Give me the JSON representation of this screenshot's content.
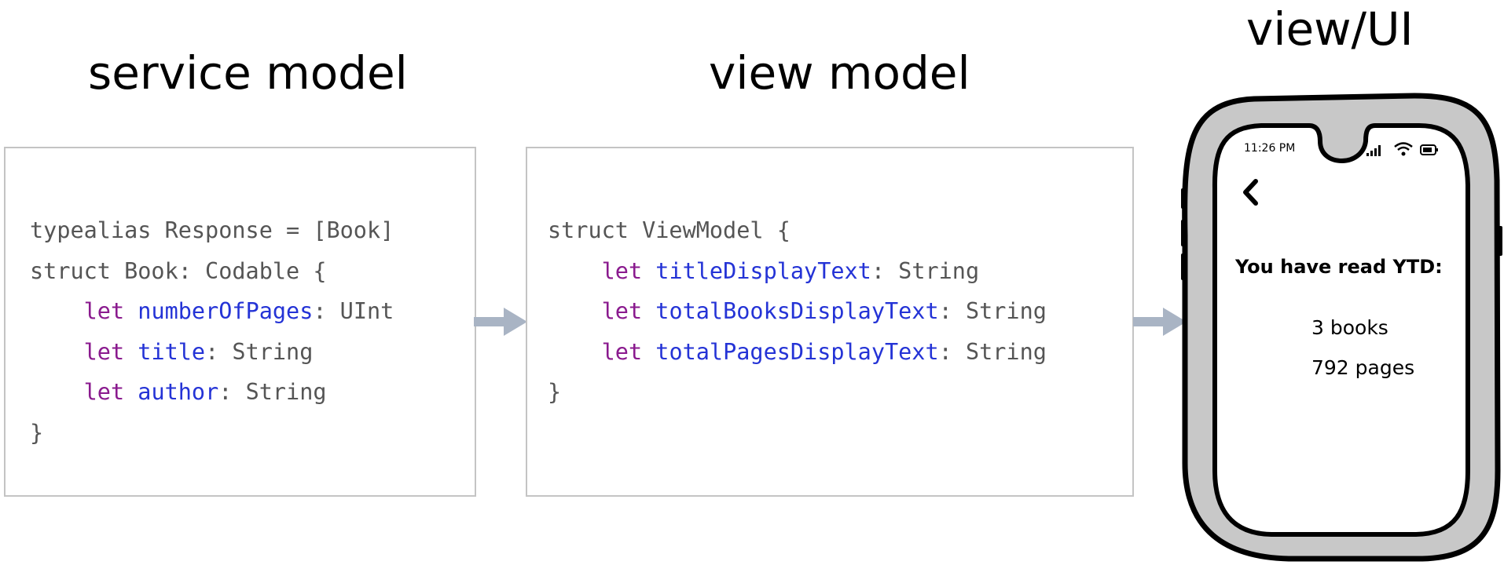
{
  "headings": {
    "service_model": "service model",
    "view_model": "view model",
    "view_ui": "view/UI"
  },
  "service_model_code": [
    [
      {
        "t": "typealias Response = [Book]",
        "c": "plain"
      }
    ],
    [
      {
        "t": "struct Book: Codable {",
        "c": "plain"
      }
    ],
    [
      {
        "t": "    ",
        "c": "plain"
      },
      {
        "t": "let",
        "c": "kw"
      },
      {
        "t": " ",
        "c": "plain"
      },
      {
        "t": "numberOfPages",
        "c": "id"
      },
      {
        "t": ": UInt",
        "c": "plain"
      }
    ],
    [
      {
        "t": "    ",
        "c": "plain"
      },
      {
        "t": "let",
        "c": "kw"
      },
      {
        "t": " ",
        "c": "plain"
      },
      {
        "t": "title",
        "c": "id"
      },
      {
        "t": ": String",
        "c": "plain"
      }
    ],
    [
      {
        "t": "    ",
        "c": "plain"
      },
      {
        "t": "let",
        "c": "kw"
      },
      {
        "t": " ",
        "c": "plain"
      },
      {
        "t": "author",
        "c": "id"
      },
      {
        "t": ": String",
        "c": "plain"
      }
    ],
    [
      {
        "t": "}",
        "c": "plain"
      }
    ]
  ],
  "view_model_code": [
    [
      {
        "t": "struct ViewModel {",
        "c": "plain"
      }
    ],
    [
      {
        "t": "    ",
        "c": "plain"
      },
      {
        "t": "let",
        "c": "kw"
      },
      {
        "t": " ",
        "c": "plain"
      },
      {
        "t": "titleDisplayText",
        "c": "id"
      },
      {
        "t": ": String",
        "c": "plain"
      }
    ],
    [
      {
        "t": "    ",
        "c": "plain"
      },
      {
        "t": "let",
        "c": "kw"
      },
      {
        "t": " ",
        "c": "plain"
      },
      {
        "t": "totalBooksDisplayText",
        "c": "id"
      },
      {
        "t": ": String",
        "c": "plain"
      }
    ],
    [
      {
        "t": "    ",
        "c": "plain"
      },
      {
        "t": "let",
        "c": "kw"
      },
      {
        "t": " ",
        "c": "plain"
      },
      {
        "t": "totalPagesDisplayText",
        "c": "id"
      },
      {
        "t": ": String",
        "c": "plain"
      }
    ],
    [
      {
        "t": "}",
        "c": "plain"
      }
    ]
  ],
  "phone": {
    "status_time": "11:26 PM",
    "back_icon": "chevron-left-icon",
    "heading": "You have read YTD:",
    "books": "3 books",
    "pages": "792 pages"
  },
  "colors": {
    "keyword": "#8a1a8e",
    "identifier": "#2433d6",
    "plain_code": "#555555",
    "arrow": "#a9b4c4",
    "box_border": "#c4c4c4",
    "phone_frame": "#c8c8c8"
  }
}
